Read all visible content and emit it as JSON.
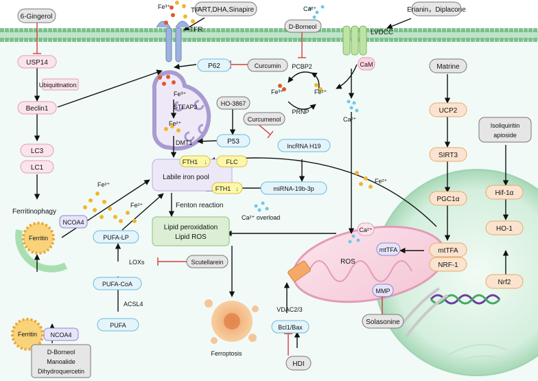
{
  "membrane": {
    "fe3_label": "Fe³⁺",
    "tf_label": "TF",
    "tfr_label": "TFR",
    "ca_label": "Ca²⁺",
    "lvdcc_label": "LVDCC",
    "cam_label": "CaM"
  },
  "drugs": {
    "gingerol": "6-Gingerol",
    "art_dha": "ART,DHA,Sinapire",
    "d_borneol": "D-Borneol",
    "erianin": "Erianin，Diplacone",
    "curcumin": "Curcumin",
    "ho3867": "HO-3867",
    "curcumenol": "Curcumenol",
    "matrine": "Matrine",
    "isoliquiritin_1": "Isoliquiritin",
    "isoliquiritin_2": "apioside",
    "scutellarein": "Scutellarein",
    "solasonine": "Solasonine",
    "hdi": "HDI",
    "bottom_1": "D-Borneol",
    "bottom_2": "Manoalide",
    "bottom_3": "Dihydroquercetin"
  },
  "nodes": {
    "usp14": "USP14",
    "ubiquitination": "Ubiquitination",
    "beclin1": "Beclin1",
    "lc3": "LC3",
    "lc1": "LC1",
    "ferritinophagy": "Ferritinophagy",
    "ferritin": "Ferritin",
    "ncoa4": "NCOA4",
    "p62": "P62",
    "steap3": "STEAP3",
    "dmt1": "DMT1",
    "p53": "P53",
    "pcbp2": "PCBP2",
    "prnp": "PRNP",
    "fe3": "Fe³⁺",
    "fe2": "Fe²⁺",
    "ca2": "Ca²⁺",
    "lncrna": "lncRNA H19",
    "mirna": "miRNA-19b-3p",
    "fth1": "FTH1",
    "flc": "FLC",
    "labile_iron_pool": "Labile iron pool",
    "fenton": "Fenton reaction",
    "ca_overload": "Ca²⁺ overload",
    "lipid_perox_1": "Lipid peroxidation",
    "lipid_perox_2": "Lipid ROS",
    "ferroptosis": "Ferroptosis",
    "pufa_lp": "PUFA-LP",
    "loxs": "LOXs",
    "pufa_coa": "PUFA-CoA",
    "acsl4": "ACSL4",
    "pufa": "PUFA",
    "ucp2": "UCP2",
    "sirt3": "SIRT3",
    "pgc1a": "PGC1α",
    "mttfa": "mtTFA",
    "nrf1": "NRF-1",
    "hif1a": "Hif-1α",
    "ho1": "HO-1",
    "nrf2": "Nrf2",
    "ros": "ROS",
    "mmp": "MMP",
    "vdac": "VDAC2/3",
    "bcl1bax": "Bcl1/Bax"
  }
}
